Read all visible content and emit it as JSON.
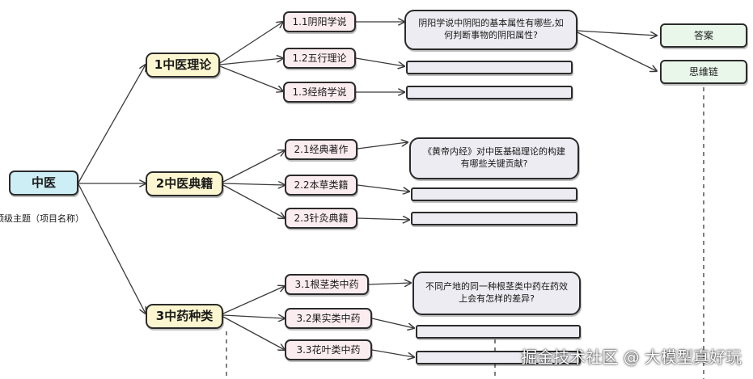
{
  "root": {
    "label": "中医",
    "caption": "顶级主题（项目名称）"
  },
  "branches": [
    {
      "label": "1中医理论",
      "children": [
        {
          "label": "1.1阴阳学说",
          "question": "阴阳学说中阴阳的基本属性有哪些,如何判断事物的阴阳属性?"
        },
        {
          "label": "1.2五行理论",
          "question": ""
        },
        {
          "label": "1.3经络学说",
          "question": ""
        }
      ]
    },
    {
      "label": "2中医典籍",
      "children": [
        {
          "label": "2.1经典著作",
          "question": "《黄帝内经》对中医基础理论的构建有哪些关键贡献?"
        },
        {
          "label": "2.2本草类籍",
          "question": ""
        },
        {
          "label": "2.3针灸典籍",
          "question": ""
        }
      ]
    },
    {
      "label": "3中药种类",
      "children": [
        {
          "label": "3.1根茎类中药",
          "question": "不同产地的同一种根茎类中药在药效上会有怎样的差异?"
        },
        {
          "label": "3.2果实类中药",
          "question": ""
        },
        {
          "label": "3.3花叶类中药",
          "question": ""
        }
      ]
    }
  ],
  "outputs": [
    {
      "label": "答案"
    },
    {
      "label": "思维链"
    }
  ],
  "watermark": "掘金技术社区 @ 大模型真好玩",
  "colors": {
    "root": "#cdeef5",
    "level1": "#fbf6cf",
    "level2": "#fbecf0",
    "question": "#ececf2",
    "output": "#e9f6ea",
    "stroke": "#2b2b2b"
  }
}
